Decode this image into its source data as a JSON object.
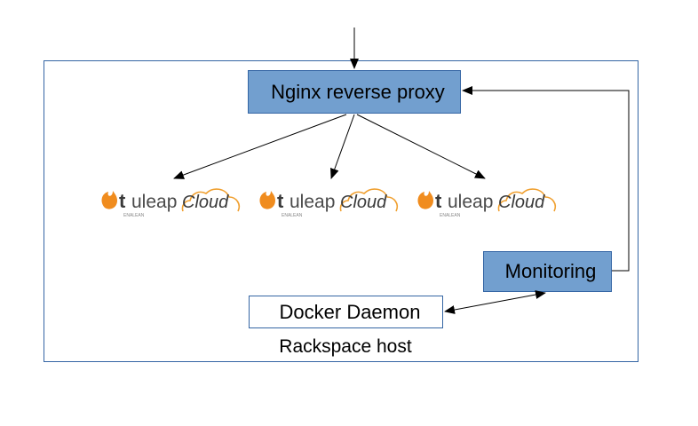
{
  "host": {
    "label": "Rackspace host"
  },
  "nodes": {
    "nginx": "Nginx reverse proxy",
    "monitoring": "Monitoring",
    "docker": "Docker Daemon"
  },
  "logos": [
    {
      "t": "t",
      "word": "uleap",
      "cloud": "Cloud",
      "sub": "ENALEAN"
    },
    {
      "t": "t",
      "word": "uleap",
      "cloud": "Cloud",
      "sub": "ENALEAN"
    },
    {
      "t": "t",
      "word": "uleap",
      "cloud": "Cloud",
      "sub": "ENALEAN"
    }
  ],
  "colors": {
    "box_fill": "#729fcf",
    "box_stroke": "#3465a4",
    "host_stroke": "#3465a4",
    "flame": "#f08c1e",
    "cloud_outline": "#f0a030"
  }
}
